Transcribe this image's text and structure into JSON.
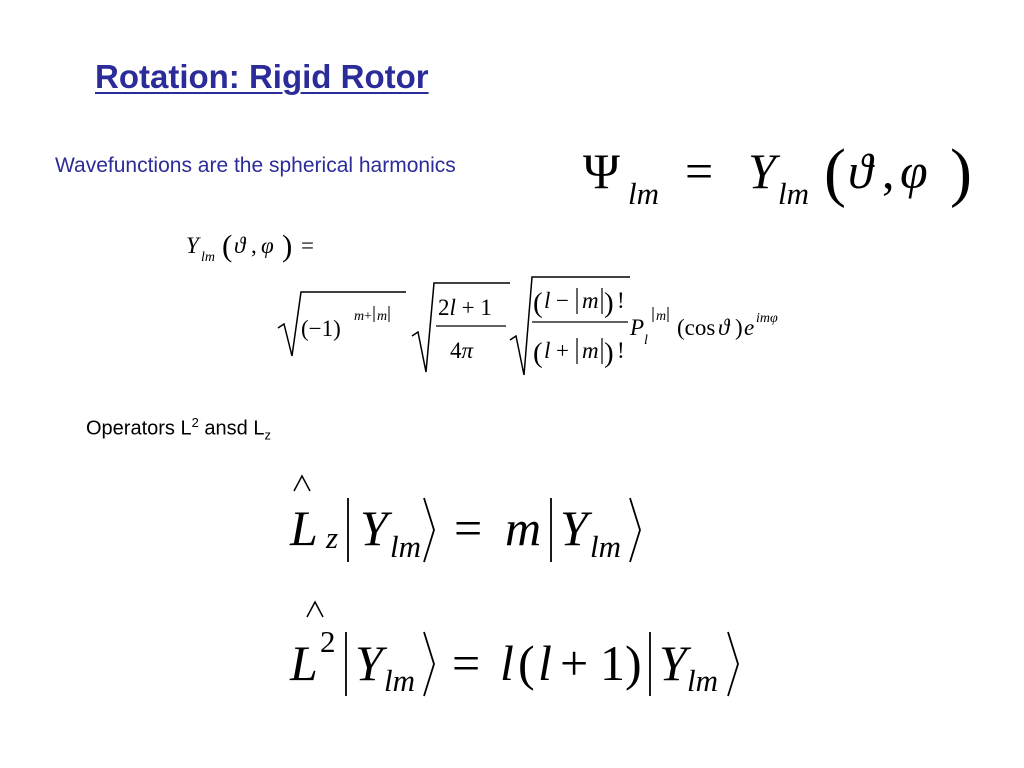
{
  "slide": {
    "title": "Rotation: Rigid Rotor",
    "subtitle": "Wavefunctions are the spherical harmonics",
    "operators_prefix": "Operators L",
    "operators_sup": "2",
    "operators_mid": " ansd L",
    "operators_sub": "z"
  },
  "colors": {
    "heading": "#2b2b99",
    "text": "#000000"
  }
}
